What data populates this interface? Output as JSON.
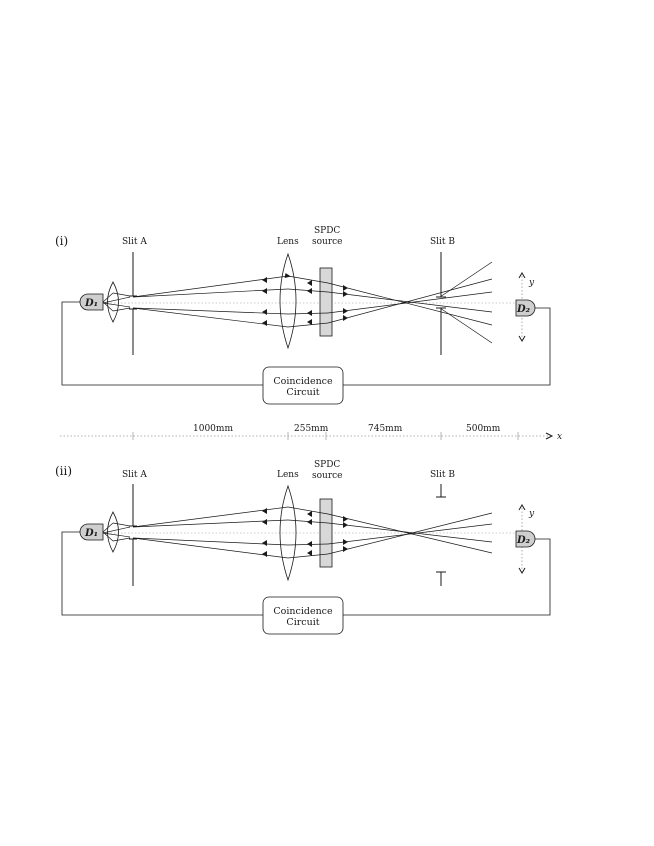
{
  "panels": {
    "i": {
      "label": "(i)",
      "slit_a": "Slit A",
      "lens": "Lens",
      "spdc_line1": "SPDC",
      "spdc_line2": "source",
      "slit_b": "Slit B",
      "detector1": "D₁",
      "detector2": "D₂",
      "axis_y": "y",
      "coincidence_line1": "Coincidence",
      "coincidence_line2": "Circuit"
    },
    "ii": {
      "label": "(ii)",
      "slit_a": "Slit A",
      "lens": "Lens",
      "spdc_line1": "SPDC",
      "spdc_line2": "source",
      "slit_b": "Slit B",
      "detector1": "D₁",
      "detector2": "D₂",
      "axis_y": "y",
      "coincidence_line1": "Coincidence",
      "coincidence_line2": "Circuit"
    }
  },
  "distances": {
    "d1": "1000mm",
    "d2": "255mm",
    "d3": "745mm",
    "d4": "500mm",
    "axis_x": "x"
  },
  "colors": {
    "ink": "#1a1a1a",
    "spdc_fill": "#d8d8d8",
    "detector_fill": "#cfcfcf"
  }
}
